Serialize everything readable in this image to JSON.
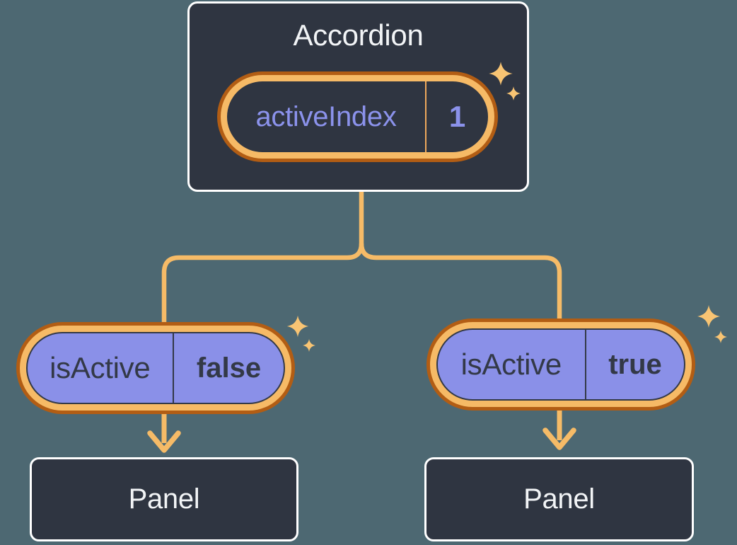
{
  "colors": {
    "background": "#4d6872",
    "box_fill": "#2f3541",
    "box_border": "#ffffff",
    "pill_fill": "#8a90e8",
    "ring_light": "#f6ba66",
    "ring_dark": "#b25d14",
    "connector": "#f6bb67",
    "sparkle": "#f8c473",
    "text_light": "#f2f4f6",
    "text_purple": "#8b92eb",
    "text_dark": "#333947"
  },
  "accordion": {
    "title": "Accordion",
    "state": {
      "label": "activeIndex",
      "value": "1"
    }
  },
  "children": [
    {
      "prop_label": "isActive",
      "prop_value": "false",
      "panel_title": "Panel"
    },
    {
      "prop_label": "isActive",
      "prop_value": "true",
      "panel_title": "Panel"
    }
  ],
  "icons": {
    "sparkles": "sparkle-icon",
    "arrows": "arrow-down-icon"
  }
}
